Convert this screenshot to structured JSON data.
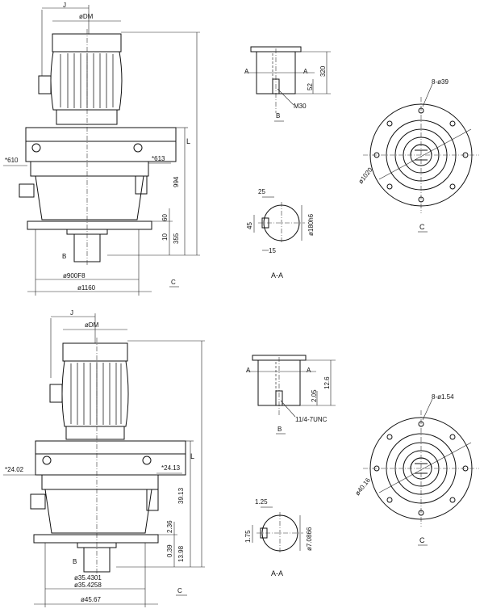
{
  "top": {
    "motor_width_label": "J",
    "motor_dia_label": "øDM",
    "flange_left": "*610",
    "flange_right": "*613",
    "overall_length_label": "L",
    "height_994": "994",
    "height_60": "60",
    "height_10": "10",
    "height_355": "355",
    "bore_label": "ø900F8",
    "base_dia": "ø1160",
    "view_b": "B",
    "view_c": "C",
    "shaft": {
      "label_a_left": "A",
      "label_a_right": "A",
      "len_320": "320",
      "len_52": "52",
      "thread": "M30",
      "view_b": "B"
    },
    "section": {
      "w25": "25",
      "h45": "45",
      "w15": "15",
      "dia": "ø180h6",
      "title": "A-A"
    },
    "flange": {
      "bolt": "8-ø39",
      "pcd": "ø1020",
      "view": "C"
    }
  },
  "bottom": {
    "motor_width_label": "J",
    "motor_dia_label": "øDM",
    "flange_left": "*24.02",
    "flange_right": "*24.13",
    "overall_length_label": "L",
    "height_main": "39.13",
    "height_236": "2.36",
    "height_039": "0.39",
    "height_1398": "13.98",
    "bore_1": "ø35.4301",
    "bore_2": "ø35.4258",
    "base_dia": "ø45.67",
    "view_b": "B",
    "view_c": "C",
    "shaft": {
      "label_a_left": "A",
      "label_a_right": "A",
      "len_126": "12.6",
      "len_205": "2.05",
      "thread": "11/4-7UNC",
      "view_b": "B"
    },
    "section": {
      "w125": "1.25",
      "h175": "1.75",
      "dia": "ø7.0866",
      "title": "A-A"
    },
    "flange": {
      "bolt": "8-ø1.54",
      "pcd": "ø40.16",
      "view": "C"
    }
  }
}
